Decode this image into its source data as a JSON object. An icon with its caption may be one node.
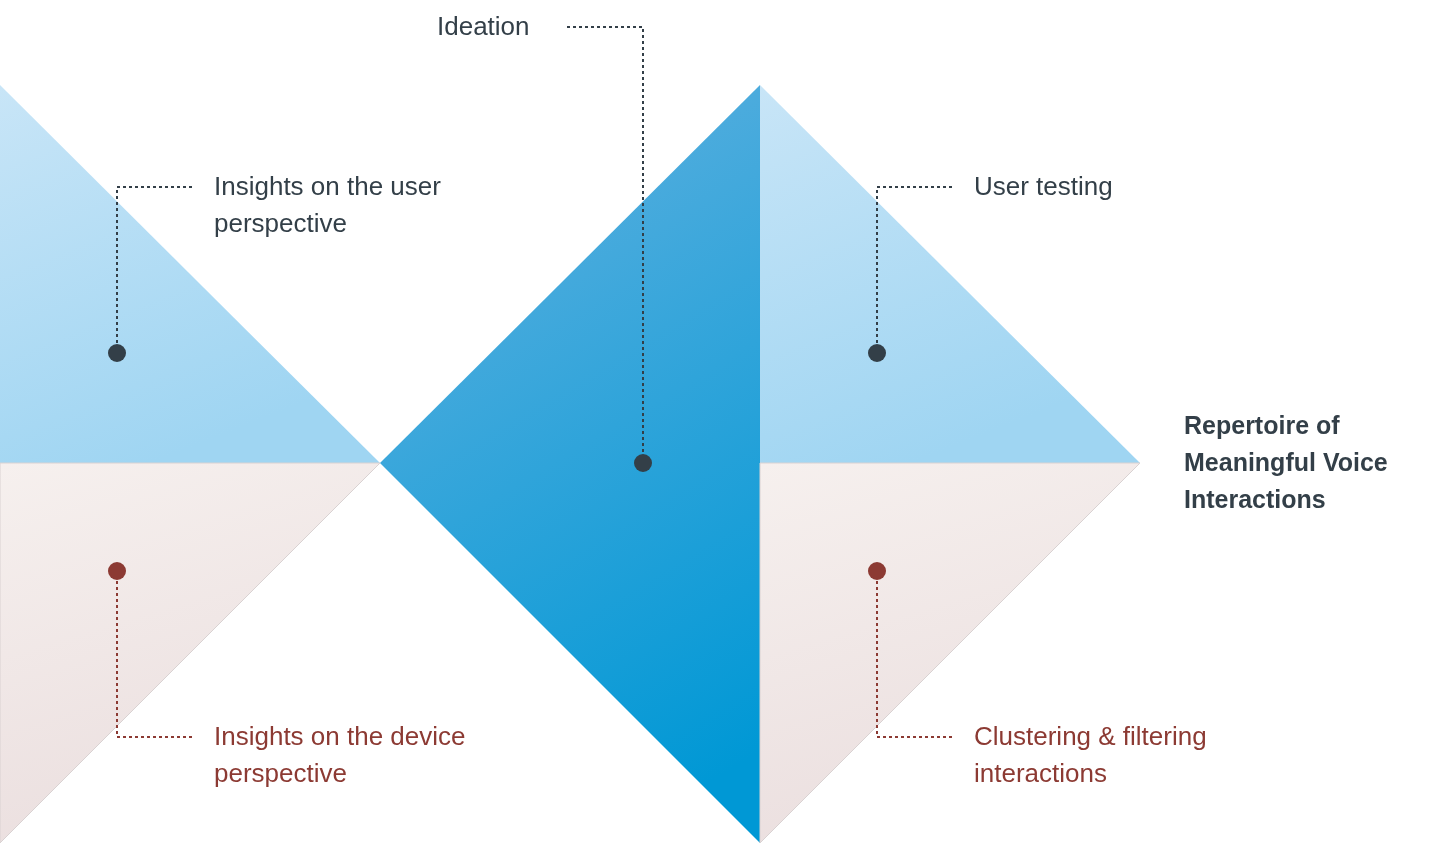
{
  "diagram": {
    "nodes": [
      {
        "text": [
          "Ideation"
        ]
      },
      {
        "text": [
          "Insights on the user perspective"
        ]
      },
      {
        "text": [
          "User testing"
        ]
      },
      {
        "text": [],
        "shape": "circle"
      },
      {
        "text": [],
        "shape": "circle"
      },
      {
        "text": [],
        "shape": "circle"
      },
      {
        "text": [],
        "shape": "circle"
      },
      {
        "text": [],
        "shape": "circle"
      },
      {
        "text": [
          "Insights on the device perspective"
        ]
      },
      {
        "text": [
          "Clustering & filtering interactions"
        ]
      }
    ],
    "edges": [
      {
        "from": 0,
        "to": 4,
        "arrow": "none"
      },
      {
        "from": 1,
        "to": 3,
        "arrow": "none"
      },
      {
        "from": 2,
        "to": 5,
        "arrow": "none"
      },
      {
        "from": 8,
        "to": 6,
        "arrow": "none",
        "color": "#8c3a33"
      },
      {
        "from": 9,
        "to": 7,
        "arrow": "none",
        "color": "#8c3a33"
      }
    ],
    "labels": [
      "Repertoire of Meaningful Voice Interactions"
    ]
  }
}
